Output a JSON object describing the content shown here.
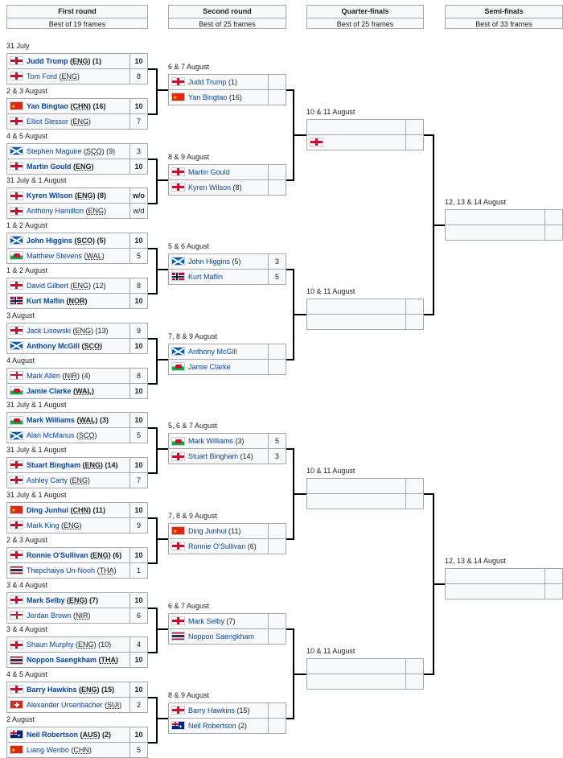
{
  "headers": [
    {
      "title": "First round",
      "subtitle": "Best of 19 frames"
    },
    {
      "title": "Second round",
      "subtitle": "Best of 25 frames"
    },
    {
      "title": "Quarter-finals",
      "subtitle": "Best of 25 frames"
    },
    {
      "title": "Semi-finals",
      "subtitle": "Best of 33 frames"
    }
  ],
  "first_round": [
    {
      "date": "31 July",
      "p1": {
        "flag": "eng",
        "name": "Judd Trump",
        "country": "ENG",
        "seed": "(1)",
        "score": "10",
        "win": true
      },
      "p2": {
        "flag": "eng",
        "name": "Tom Ford",
        "country": "ENG",
        "seed": "",
        "score": "8",
        "win": false
      }
    },
    {
      "date": "2 & 3 August",
      "p1": {
        "flag": "chn",
        "name": "Yan Bingtao",
        "country": "CHN",
        "seed": "(16)",
        "score": "10",
        "win": true
      },
      "p2": {
        "flag": "eng",
        "name": "Elliot Slessor",
        "country": "ENG",
        "seed": "",
        "score": "7",
        "win": false
      }
    },
    {
      "date": "4 & 5 August",
      "p1": {
        "flag": "sco",
        "name": "Stephen Maguire",
        "country": "SCO",
        "seed": "(9)",
        "score": "3",
        "win": false
      },
      "p2": {
        "flag": "eng",
        "name": "Martin Gould",
        "country": "ENG",
        "seed": "",
        "score": "10",
        "win": true
      }
    },
    {
      "date": "31 July & 1 August",
      "p1": {
        "flag": "eng",
        "name": "Kyren Wilson",
        "country": "ENG",
        "seed": "(8)",
        "score": "w/o",
        "win": true
      },
      "p2": {
        "flag": "eng",
        "name": "Anthony Hamilton",
        "country": "ENG",
        "seed": "",
        "score": "w/d",
        "win": false
      }
    },
    {
      "date": "1 & 2 August",
      "p1": {
        "flag": "sco",
        "name": "John Higgins",
        "country": "SCO",
        "seed": "(5)",
        "score": "10",
        "win": true
      },
      "p2": {
        "flag": "wal",
        "name": "Matthew Stevens",
        "country": "WAL",
        "seed": "",
        "score": "5",
        "win": false
      }
    },
    {
      "date": "1 & 2 August",
      "p1": {
        "flag": "eng",
        "name": "David Gilbert",
        "country": "ENG",
        "seed": "(12)",
        "score": "8",
        "win": false
      },
      "p2": {
        "flag": "nor",
        "name": "Kurt Maflin",
        "country": "NOR",
        "seed": "",
        "score": "10",
        "win": true
      }
    },
    {
      "date": "3 August",
      "p1": {
        "flag": "eng",
        "name": "Jack Lisowski",
        "country": "ENG",
        "seed": "(13)",
        "score": "9",
        "win": false
      },
      "p2": {
        "flag": "sco",
        "name": "Anthony McGill",
        "country": "SCO",
        "seed": "",
        "score": "10",
        "win": true
      }
    },
    {
      "date": "4 August",
      "p1": {
        "flag": "nir",
        "name": "Mark Allen",
        "country": "NIR",
        "seed": "(4)",
        "score": "8",
        "win": false
      },
      "p2": {
        "flag": "wal",
        "name": "Jamie Clarke",
        "country": "WAL",
        "seed": "",
        "score": "10",
        "win": true
      }
    },
    {
      "date": "31 July & 1 August",
      "p1": {
        "flag": "wal",
        "name": "Mark Williams",
        "country": "WAL",
        "seed": "(3)",
        "score": "10",
        "win": true
      },
      "p2": {
        "flag": "sco",
        "name": "Alan McManus",
        "country": "SCO",
        "seed": "",
        "score": "5",
        "win": false
      }
    },
    {
      "date": "31 July & 1 August",
      "p1": {
        "flag": "eng",
        "name": "Stuart Bingham",
        "country": "ENG",
        "seed": "(14)",
        "score": "10",
        "win": true
      },
      "p2": {
        "flag": "eng",
        "name": "Ashley Carty",
        "country": "ENG",
        "seed": "",
        "score": "7",
        "win": false
      }
    },
    {
      "date": "31 July & 1 August",
      "p1": {
        "flag": "chn",
        "name": "Ding Junhui",
        "country": "CHN",
        "seed": "(11)",
        "score": "10",
        "win": true
      },
      "p2": {
        "flag": "eng",
        "name": "Mark King",
        "country": "ENG",
        "seed": "",
        "score": "9",
        "win": false
      }
    },
    {
      "date": "2 & 3 August",
      "p1": {
        "flag": "eng",
        "name": "Ronnie O'Sullivan",
        "country": "ENG",
        "seed": "(6)",
        "score": "10",
        "win": true
      },
      "p2": {
        "flag": "tha",
        "name": "Thepchaiya Un-Nooh",
        "country": "THA",
        "seed": "",
        "score": "1",
        "win": false
      }
    },
    {
      "date": "3 & 4 August",
      "p1": {
        "flag": "eng",
        "name": "Mark Selby",
        "country": "ENG",
        "seed": "(7)",
        "score": "10",
        "win": true
      },
      "p2": {
        "flag": "nir",
        "name": "Jordan Brown",
        "country": "NIR",
        "seed": "",
        "score": "6",
        "win": false
      }
    },
    {
      "date": "3 & 4 August",
      "p1": {
        "flag": "eng",
        "name": "Shaun Murphy",
        "country": "ENG",
        "seed": "(10)",
        "score": "4",
        "win": false
      },
      "p2": {
        "flag": "tha",
        "name": "Noppon Saengkham",
        "country": "THA",
        "seed": "",
        "score": "10",
        "win": true
      }
    },
    {
      "date": "4 & 5 August",
      "p1": {
        "flag": "eng",
        "name": "Barry Hawkins",
        "country": "ENG",
        "seed": "(15)",
        "score": "10",
        "win": true
      },
      "p2": {
        "flag": "sui",
        "name": "Alexander Ursenbacher",
        "country": "SUI",
        "seed": "",
        "score": "2",
        "win": false
      }
    },
    {
      "date": "2 August",
      "p1": {
        "flag": "aus",
        "name": "Neil Robertson",
        "country": "AUS",
        "seed": "(2)",
        "score": "10",
        "win": true
      },
      "p2": {
        "flag": "chn",
        "name": "Liang Wenbo",
        "country": "CHN",
        "seed": "",
        "score": "5",
        "win": false
      }
    }
  ],
  "second_round": [
    {
      "date": "6 & 7 August",
      "p1": {
        "flag": "eng",
        "name": "Judd Trump",
        "seed": "(1)",
        "score": ""
      },
      "p2": {
        "flag": "chn",
        "name": "Yan Bingtao",
        "seed": "(16)",
        "score": ""
      }
    },
    {
      "date": "8 & 9 August",
      "p1": {
        "flag": "eng",
        "name": "Martin Gould",
        "seed": "",
        "score": ""
      },
      "p2": {
        "flag": "eng",
        "name": "Kyren Wilson",
        "seed": "(8)",
        "score": ""
      }
    },
    {
      "date": "5 & 6 August",
      "p1": {
        "flag": "sco",
        "name": "John Higgins",
        "seed": "(5)",
        "score": "3"
      },
      "p2": {
        "flag": "nor",
        "name": "Kurt Maflin",
        "seed": "",
        "score": "5"
      }
    },
    {
      "date": "7, 8 & 9 August",
      "p1": {
        "flag": "sco",
        "name": "Anthony McGill",
        "seed": "",
        "score": ""
      },
      "p2": {
        "flag": "wal",
        "name": "Jamie Clarke",
        "seed": "",
        "score": ""
      }
    },
    {
      "date": "5, 6 & 7 August",
      "p1": {
        "flag": "wal",
        "name": "Mark Williams",
        "seed": "(3)",
        "score": "5"
      },
      "p2": {
        "flag": "eng",
        "name": "Stuart Bingham",
        "seed": "(14)",
        "score": "3"
      }
    },
    {
      "date": "7, 8 & 9 August",
      "p1": {
        "flag": "chn",
        "name": "Ding Junhui",
        "seed": "(11)",
        "score": ""
      },
      "p2": {
        "flag": "eng",
        "name": "Ronnie O'Sullivan",
        "seed": "(6)",
        "score": ""
      }
    },
    {
      "date": "6 & 7 August",
      "p1": {
        "flag": "eng",
        "name": "Mark Selby",
        "seed": "(7)",
        "score": ""
      },
      "p2": {
        "flag": "tha",
        "name": "Noppon Saengkham",
        "seed": "",
        "score": ""
      }
    },
    {
      "date": "8 & 9 August",
      "p1": {
        "flag": "eng",
        "name": "Barry Hawkins",
        "seed": "(15)",
        "score": ""
      },
      "p2": {
        "flag": "aus",
        "name": "Neil Robertson",
        "seed": "(2)",
        "score": ""
      }
    }
  ],
  "quarter_finals": [
    {
      "date": "10 & 11 August",
      "p1": {
        "flag": "",
        "name": "",
        "score": ""
      },
      "p2": {
        "flag": "eng",
        "name": "",
        "score": ""
      }
    },
    {
      "date": "10 & 11 August",
      "p1": {
        "flag": "",
        "name": "",
        "score": ""
      },
      "p2": {
        "flag": "",
        "name": "",
        "score": ""
      }
    },
    {
      "date": "10 & 11 August",
      "p1": {
        "flag": "",
        "name": "",
        "score": ""
      },
      "p2": {
        "flag": "",
        "name": "",
        "score": ""
      }
    },
    {
      "date": "10 & 11 August",
      "p1": {
        "flag": "",
        "name": "",
        "score": ""
      },
      "p2": {
        "flag": "",
        "name": "",
        "score": ""
      }
    }
  ],
  "semi_finals": [
    {
      "date": "12, 13 & 14 August",
      "p1": {
        "flag": "",
        "name": "",
        "score": ""
      },
      "p2": {
        "flag": "",
        "name": "",
        "score": ""
      }
    },
    {
      "date": "12, 13 & 14 August",
      "p1": {
        "flag": "",
        "name": "",
        "score": ""
      },
      "p2": {
        "flag": "",
        "name": "",
        "score": ""
      }
    }
  ]
}
